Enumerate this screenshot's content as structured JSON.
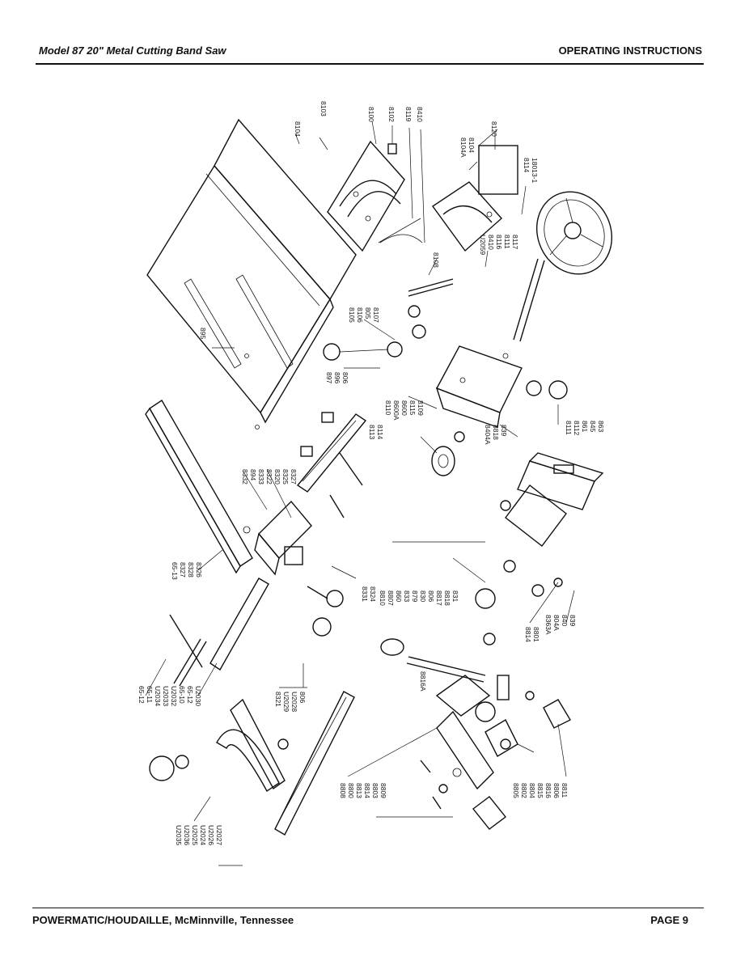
{
  "header": {
    "title": "Model 87 20\" Metal Cutting Band Saw",
    "section": "OPERATING INSTRUCTIONS"
  },
  "footer": {
    "company": "POWERMATIC/HOUDAILLE, McMinnville, Tennessee",
    "page": "PAGE 9"
  },
  "diagram": {
    "part_labels": [
      "8104",
      "8103",
      "8100",
      "8102",
      "8119",
      "8410",
      "8120",
      "8104A",
      "8104",
      "8114",
      "18013-1",
      "8108",
      "U2059",
      "8410",
      "8116",
      "8111",
      "8117",
      "8105",
      "8106",
      "805",
      "8107",
      "895",
      "897",
      "896",
      "806",
      "8113",
      "8114",
      "8110",
      "8600A",
      "8600",
      "8115",
      "8109",
      "8111",
      "8112",
      "861",
      "845",
      "863",
      "8404A",
      "8818",
      "839",
      "8332",
      "894",
      "8333",
      "8322",
      "8320",
      "8325",
      "8327",
      "65-13",
      "8327",
      "8328",
      "8326",
      "8331",
      "8324",
      "8810",
      "8807",
      "860",
      "833",
      "879",
      "830",
      "806",
      "8817",
      "8818",
      "831",
      "8814",
      "8801",
      "8363A",
      "804A",
      "840",
      "839",
      "8816A",
      "8321",
      "U2029",
      "U2028",
      "806",
      "65-12",
      "65-11",
      "U2034",
      "U2033",
      "U2032",
      "65-10",
      "65-12",
      "U2030",
      "8808",
      "8800",
      "8813",
      "8814",
      "8803",
      "8809",
      "8805",
      "8802",
      "8804",
      "8815",
      "8816",
      "8806",
      "8811",
      "U2035",
      "U2036",
      "U2025",
      "U2024",
      "U2026",
      "U2027"
    ]
  }
}
